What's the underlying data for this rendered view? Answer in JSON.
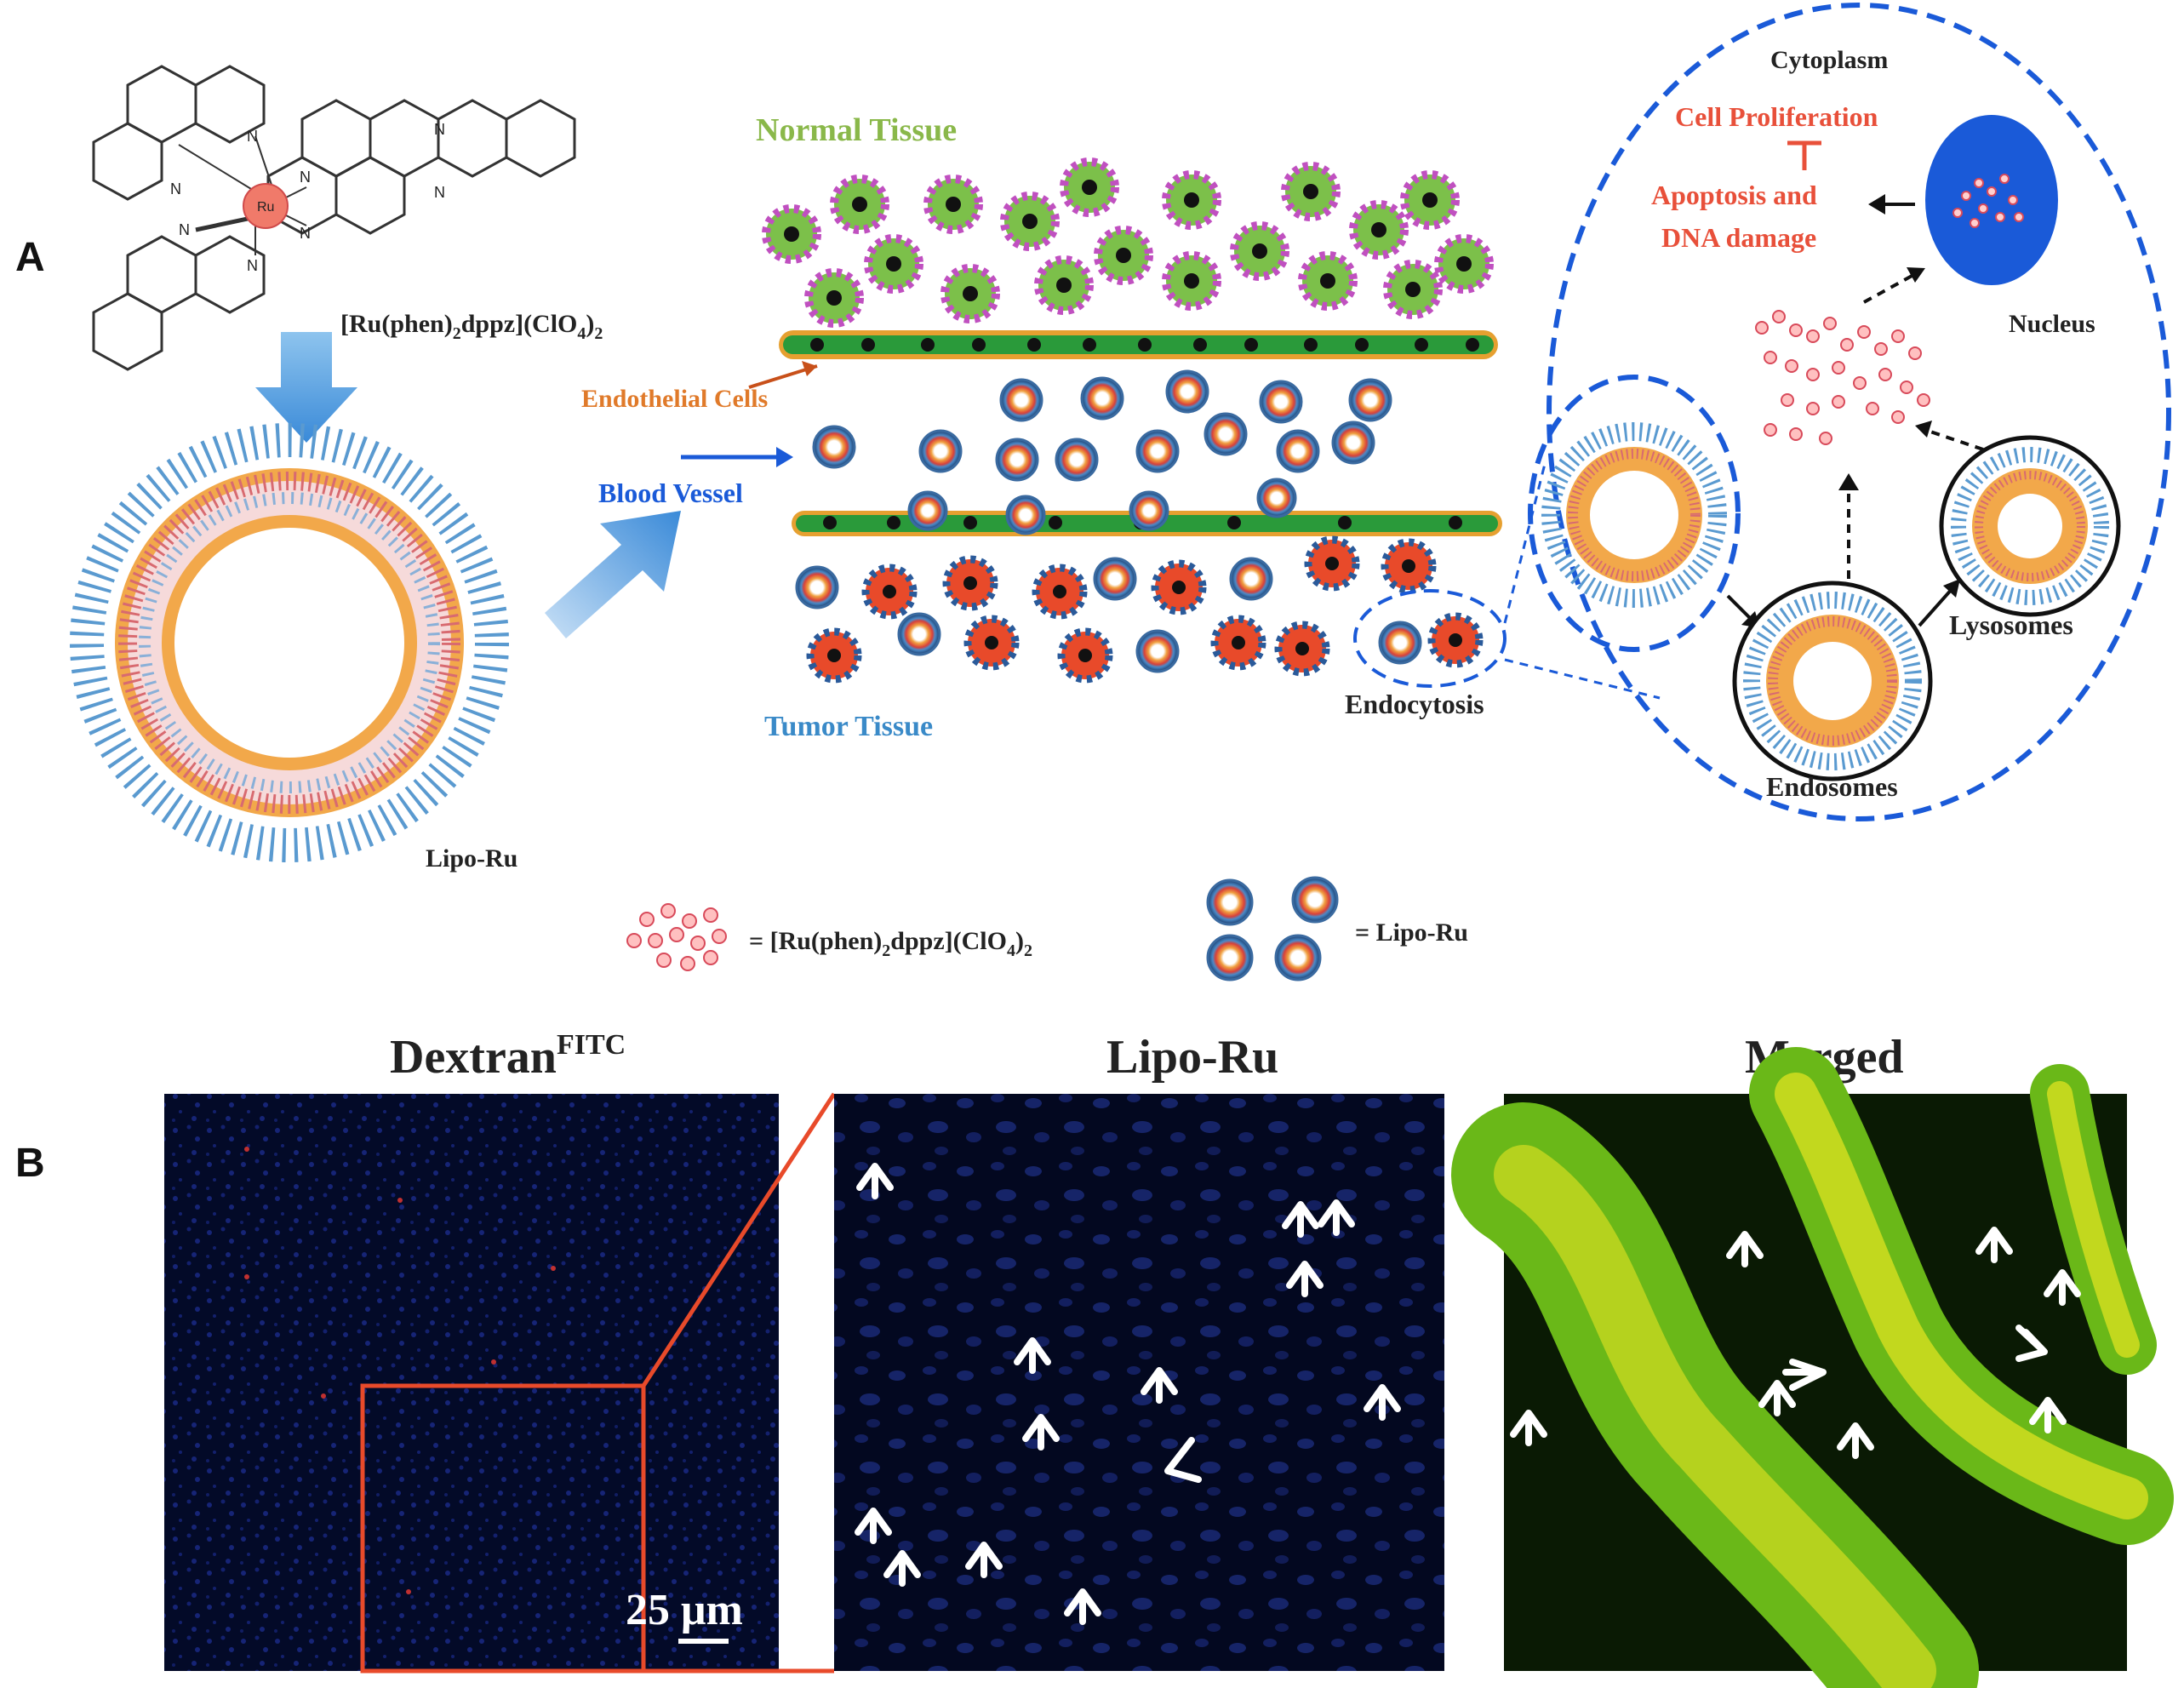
{
  "panel_labels": {
    "a": "A",
    "b": "B"
  },
  "molecule": {
    "metal": "Ru",
    "n": "N"
  },
  "formula_label": {
    "main": "[Ru(phen)",
    "sub1": "2",
    "mid": "dppz](ClO",
    "sub2": "4",
    "end": ")",
    "sub3": "2"
  },
  "lipo_label": "Lipo-Ru",
  "tissue": {
    "normal": "Normal  Tissue",
    "endothelial": "Endothelial Cells",
    "blood_vessel": "Blood Vessel",
    "tumor": "Tumor  Tissue",
    "endocytosis": "Endocytosis"
  },
  "cell": {
    "cytoplasm": "Cytoplasm",
    "proliferation": "Cell Proliferation",
    "apoptosis_1": "Apoptosis and",
    "apoptosis_2": "DNA damage",
    "nucleus": "Nucleus",
    "lysosomes": "Lysosomes",
    "endosomes": "Endosomes"
  },
  "legend": {
    "ru_prefix": "= [Ru(phen)",
    "ru_sub1": "2",
    "ru_mid": "dppz](ClO",
    "ru_sub2": "4",
    "ru_end": ")",
    "ru_sub3": "2",
    "lipo": "= Lipo-Ru"
  },
  "micro": {
    "title_dextran": "Dextran",
    "title_dextran_sup": "FITC",
    "title_lipo": "Lipo-Ru",
    "title_merged": "Merged",
    "scale_bar": "25 μm"
  },
  "colors": {
    "normal_tissue": "#8ab84a",
    "endothelial": "#e07a2a",
    "blood_vessel": "#1a5ad8",
    "tumor_tissue": "#3a8ac8",
    "cell_text": "#e8503a",
    "dashed_border": "#1a5ad8",
    "nucleus": "#1a5ad8"
  }
}
